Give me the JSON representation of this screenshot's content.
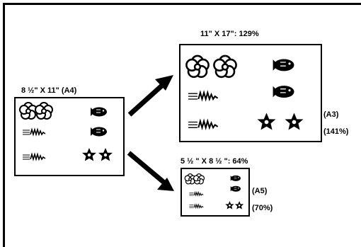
{
  "original": {
    "label": "8 ½\" X 11\" (A4)"
  },
  "enlarged": {
    "label": "11\" X 17\": 129%",
    "side_note_1": "(A3)",
    "side_note_2": "(141%)"
  },
  "reduced": {
    "label": "5 ½ \" X 8 ½ \": 64%",
    "side_note_1": "(A5)",
    "side_note_2": "(70%)"
  },
  "icons": [
    "flower-icon",
    "fish-icon",
    "bird-icon",
    "star-icon"
  ]
}
